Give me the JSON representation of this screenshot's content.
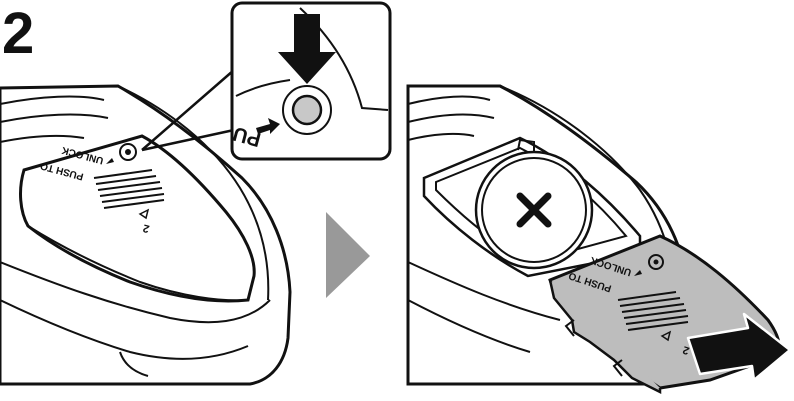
{
  "step": {
    "number": "2"
  },
  "colors": {
    "ink": "#111111",
    "cover_fill": "#bdbdbd",
    "cover_edge": "#8a8a8a",
    "button_fill": "#c8c8c8",
    "next_arrow": "#999999",
    "background": "#ffffff"
  },
  "left_device": {
    "cover_label_line1": "PUSH TO",
    "cover_label_line2": "UNLOCK",
    "cover_mark": "2"
  },
  "zoom_inset": {
    "partial_label": "PU"
  },
  "right_device": {
    "cover_label_line1": "PUSH TO",
    "cover_label_line2": "UNLOCK",
    "cover_mark": "2"
  },
  "icons": {
    "press_arrow": "down-arrow-icon",
    "slide_arrow": "right-arrow-icon",
    "next_step": "triangle-right-icon",
    "battery_cross": "plus-cross-icon"
  }
}
